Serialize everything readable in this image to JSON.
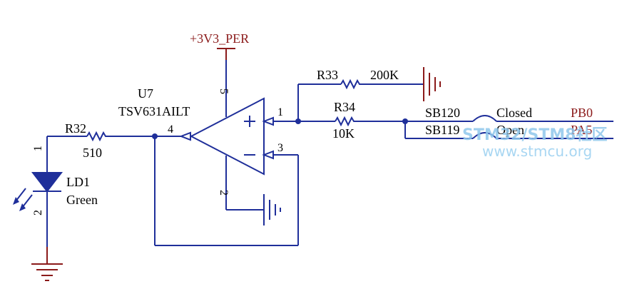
{
  "power": {
    "vcc_label": "+3V3_PER"
  },
  "opamp": {
    "ref": "U7",
    "part": "TSV631AILT",
    "pin_out": "4",
    "pin_plus": "1",
    "pin_minus": "3",
    "pin_vcc": "5",
    "pin_gnd": "2"
  },
  "r32": {
    "ref": "R32",
    "value": "510"
  },
  "r33": {
    "ref": "R33",
    "value": "200K"
  },
  "r34": {
    "ref": "R34",
    "value": "10K"
  },
  "led": {
    "ref": "LD1",
    "color": "Green",
    "pin_1": "1",
    "pin_2": "2"
  },
  "bridges": {
    "sb120": "SB120",
    "sb120_state": "Closed",
    "sb119": "SB119",
    "sb119_state": "Open"
  },
  "nets": {
    "pb0": "PB0",
    "pa5": "PA5"
  },
  "watermark": {
    "line1": "STM32/STM8社区",
    "line2": "www.stmcu.org"
  }
}
